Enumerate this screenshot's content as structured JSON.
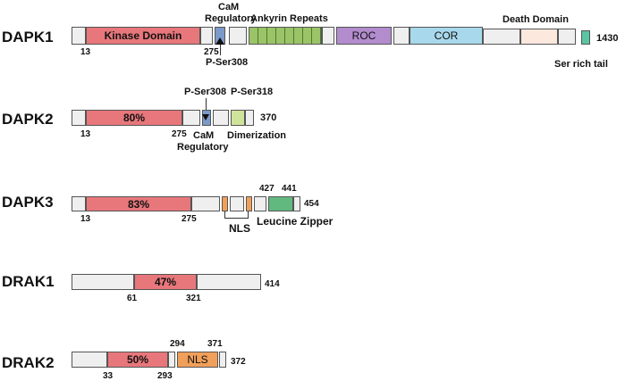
{
  "proteins": {
    "dapk1": {
      "name": "DAPK1",
      "kinase_label": "Kinase Domain",
      "cam_label_1": "CaM",
      "cam_label_2": "Regulatory",
      "ankyrin_label": "Ankyrin Repeats",
      "roc_label": "ROC",
      "cor_label": "COR",
      "death_label": "Death Domain",
      "pser_label": "P-Ser308",
      "ser_tail_label": "Ser rich tail",
      "pos_start": "13",
      "pos_kinase_end": "275",
      "length": "1430"
    },
    "dapk2": {
      "name": "DAPK2",
      "kinase_pct": "80%",
      "pser308_label": "P-Ser308",
      "pser318_label": "P-Ser318",
      "cam_label_1": "CaM",
      "cam_label_2": "Regulatory",
      "dimer_label": "Dimerization",
      "pos_start": "13",
      "pos_kinase_end": "275",
      "length": "370"
    },
    "dapk3": {
      "name": "DAPK3",
      "kinase_pct": "83%",
      "nls_label": "NLS",
      "lz_label": "Leucine Zipper",
      "pos_start": "13",
      "pos_kinase_end": "275",
      "pos_lz_start": "427",
      "pos_lz_end": "441",
      "length": "454"
    },
    "drak1": {
      "name": "DRAK1",
      "kinase_pct": "47%",
      "pos_start": "61",
      "pos_kinase_end": "321",
      "length": "414"
    },
    "drak2": {
      "name": "DRAK2",
      "kinase_pct": "50%",
      "nls_label": "NLS",
      "pos_start": "33",
      "pos_kinase_end": "293",
      "pos_nls_start": "294",
      "pos_nls_end": "371",
      "length": "372"
    }
  },
  "colors": {
    "kinase": "#e7777b",
    "cam": "#7b9ac9",
    "ankyrin": "#9bc468",
    "roc": "#b28ccd",
    "cor": "#a8d8ec",
    "death": "#fde8de",
    "ser_tail": "#5bc4a3",
    "nls": "#f0a05a",
    "leucine_zipper": "#62b97f",
    "dimerization": "#cfe39a",
    "grey": "#efefef"
  }
}
